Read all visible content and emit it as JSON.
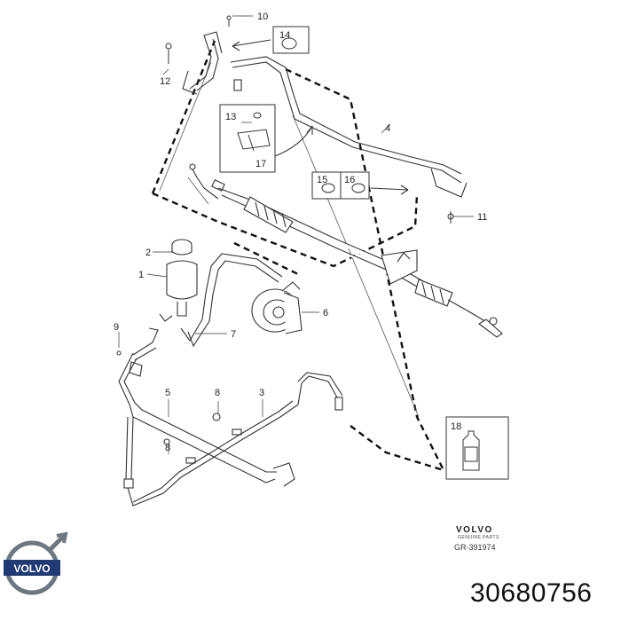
{
  "callouts": [
    {
      "n": "1"
    },
    {
      "n": "2"
    },
    {
      "n": "3"
    },
    {
      "n": "4"
    },
    {
      "n": "5"
    },
    {
      "n": "6"
    },
    {
      "n": "7"
    },
    {
      "n": "8"
    },
    {
      "n": "8"
    },
    {
      "n": "9"
    },
    {
      "n": "10"
    },
    {
      "n": "11"
    },
    {
      "n": "12"
    },
    {
      "n": "13"
    },
    {
      "n": "14"
    },
    {
      "n": "15"
    },
    {
      "n": "16"
    },
    {
      "n": "17"
    },
    {
      "n": "18"
    }
  ],
  "brand": {
    "name": "VOLVO",
    "tagline": "GENUINE PARTS",
    "diagram_ref": "GR-391974"
  },
  "logo": {
    "name": "VOLVO"
  },
  "part_number": "30680756",
  "colors": {
    "line": "#333333",
    "dash": "#111111",
    "logo_blue": "#1f3a74",
    "logo_ring": "#6e7780"
  }
}
